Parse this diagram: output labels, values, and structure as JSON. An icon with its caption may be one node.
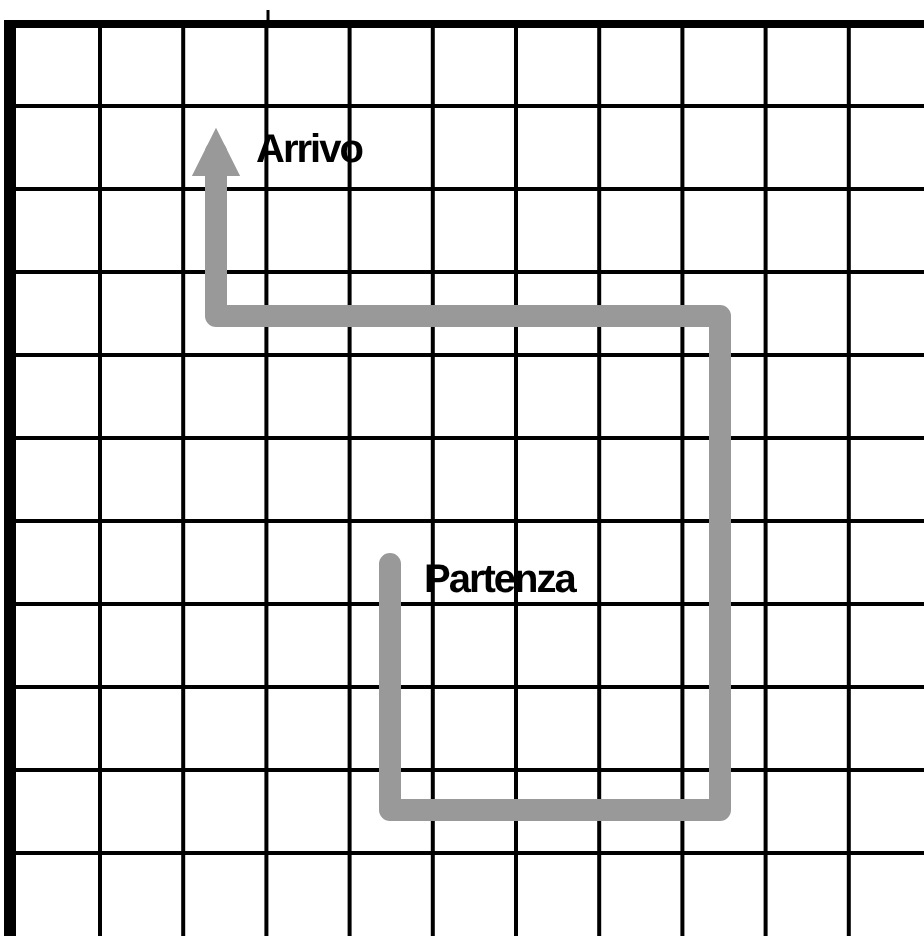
{
  "diagram": {
    "nodes": [
      {
        "text": [
          "Partenza"
        ]
      },
      {
        "text": [
          "Arrivo"
        ]
      }
    ],
    "edges": [
      {
        "from": 0,
        "to": 1,
        "arrow": "to"
      }
    ]
  }
}
